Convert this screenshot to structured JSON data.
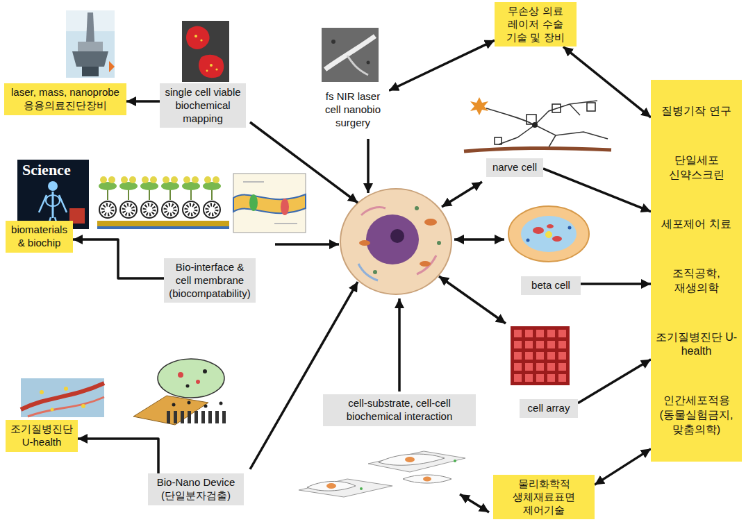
{
  "diagram": {
    "nodes": [
      {
        "text": [
          "무손상 의료 레이저 수술 기술 및 장비"
        ]
      },
      {
        "text": [
          "single cell viable biochemical mapping"
        ]
      },
      {
        "text": [
          "laser, mass, nanoprobe 응용의료진단장비"
        ]
      },
      {
        "text": [
          "fs NIR laser cell nanobio surgery"
        ]
      },
      {
        "text": [
          "질병기작 연구",
          "단일세포 신약스크린",
          "세포제어 치료",
          "조직공학, 재생의학",
          "조기질병진단 U-health",
          "인간세포적용 (동물실험금지, 맞춤의학)"
        ]
      },
      {
        "text": [
          "narve cell"
        ]
      },
      {
        "text": [
          "biomaterials & biochip"
        ]
      },
      {
        "text": [
          "Bio-interface & cell membrane (biocompatability)"
        ]
      },
      {
        "text": [
          "beta cell"
        ]
      },
      {
        "text": [
          "cell array"
        ]
      },
      {
        "text": [
          "cell-substrate, cell-cell biochemical interaction"
        ]
      },
      {
        "text": [
          "조기질병진단 U-health"
        ]
      },
      {
        "text": [
          "Bio-Nano Device (단일분자검출)"
        ]
      },
      {
        "text": [
          "물리화학적 생체재료표면 제어기술"
        ]
      }
    ],
    "edges": [
      {
        "from": 1,
        "to": 2,
        "arrow": "to"
      },
      {
        "from": 3,
        "to": 0,
        "arrow": "both"
      },
      {
        "from": 0,
        "to": 4,
        "arrow": "both"
      },
      {
        "from": 5,
        "to": 4,
        "arrow": "to"
      },
      {
        "from": 8,
        "to": 4,
        "arrow": "to"
      },
      {
        "from": 9,
        "to": 4,
        "arrow": "to"
      },
      {
        "from": 13,
        "to": 4,
        "arrow": "both"
      },
      {
        "from": 7,
        "to": 6,
        "arrow": "to"
      },
      {
        "from": 12,
        "to": 11,
        "arrow": "to"
      }
    ],
    "labels": [
      "Science"
    ]
  }
}
